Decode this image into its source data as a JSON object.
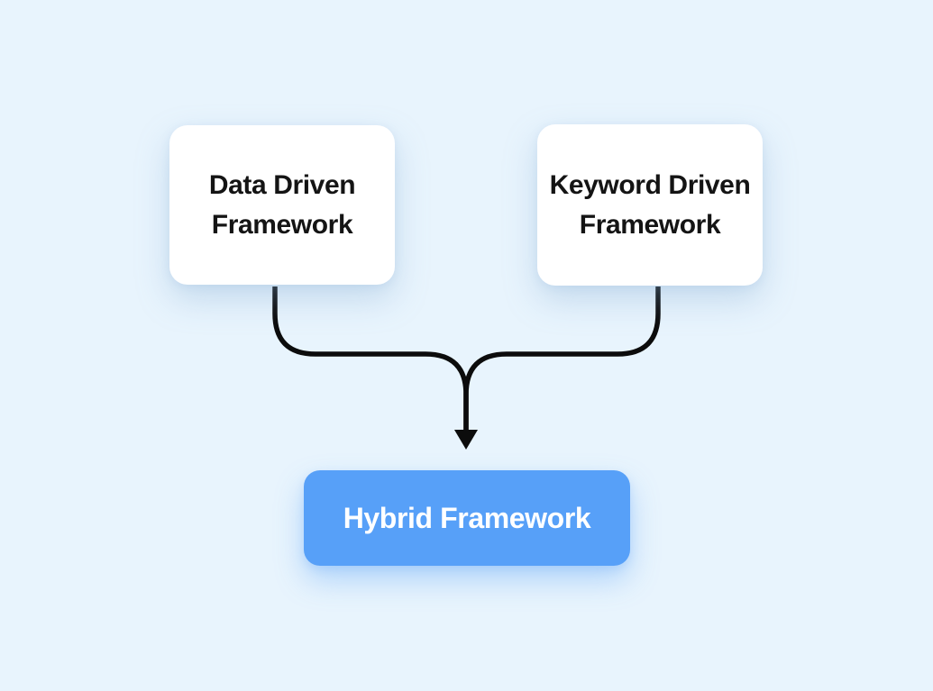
{
  "page": {
    "background_color": "#e8f4fd"
  },
  "diagram": {
    "nodes": {
      "data_driven": {
        "label": "Data Driven Framework",
        "bg_color": "#ffffff",
        "text_color": "#141414"
      },
      "keyword_driven": {
        "label": "Keyword Driven Framework",
        "bg_color": "#ffffff",
        "text_color": "#141414"
      },
      "hybrid": {
        "label": "Hybrid Framework",
        "bg_color": "#57a0f8",
        "text_color": "#ffffff"
      }
    },
    "connector": {
      "color": "#0c0c0c",
      "stroke_width": "5.5"
    }
  }
}
